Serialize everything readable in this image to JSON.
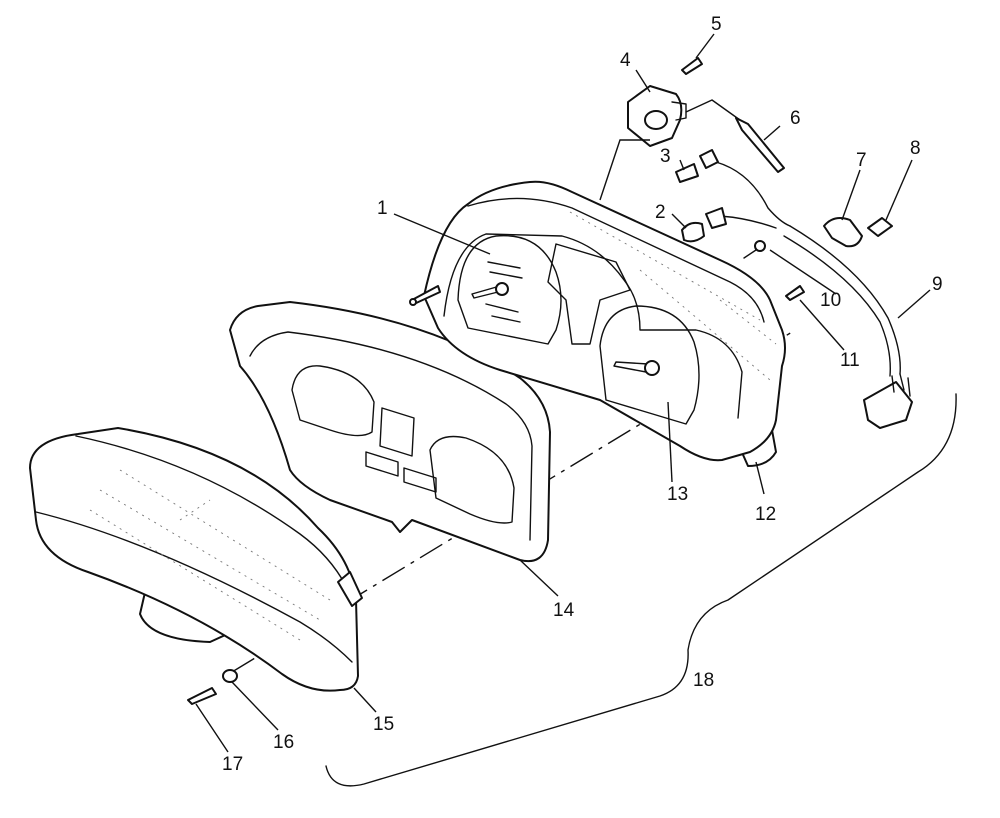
{
  "diagram": {
    "callouts": [
      {
        "id": "1",
        "label": "1"
      },
      {
        "id": "2",
        "label": "2"
      },
      {
        "id": "3",
        "label": "3"
      },
      {
        "id": "4",
        "label": "4"
      },
      {
        "id": "5",
        "label": "5"
      },
      {
        "id": "6",
        "label": "6"
      },
      {
        "id": "7",
        "label": "7"
      },
      {
        "id": "8",
        "label": "8"
      },
      {
        "id": "9",
        "label": "9"
      },
      {
        "id": "10",
        "label": "10"
      },
      {
        "id": "11",
        "label": "11"
      },
      {
        "id": "12",
        "label": "12"
      },
      {
        "id": "13",
        "label": "13"
      },
      {
        "id": "14",
        "label": "14"
      },
      {
        "id": "15",
        "label": "15"
      },
      {
        "id": "16",
        "label": "16"
      },
      {
        "id": "17",
        "label": "17"
      },
      {
        "id": "18",
        "label": "18"
      }
    ],
    "colors": {
      "line": "#111111",
      "background": "#ffffff"
    }
  }
}
